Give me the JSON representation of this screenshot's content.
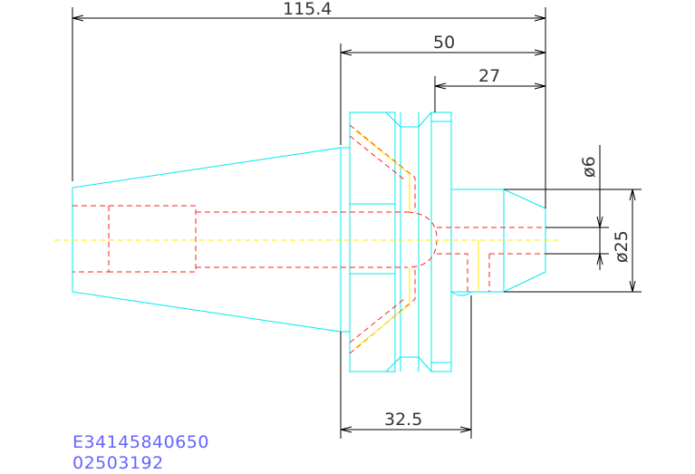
{
  "dimensions": {
    "overall_length": "115.4",
    "flange_length": "50",
    "nose_length": "27",
    "groove_offset": "32.5",
    "hole_diameter": "ø6",
    "nose_diameter": "ø25"
  },
  "part": {
    "order_code": "E34145840650",
    "article_no": "02503192"
  },
  "colors": {
    "geometry": "#00e8ee",
    "hidden_lines": "#ff2020",
    "center_lines": "#ffee00",
    "dimensions": "#000000",
    "label_text": "#6464ff"
  }
}
